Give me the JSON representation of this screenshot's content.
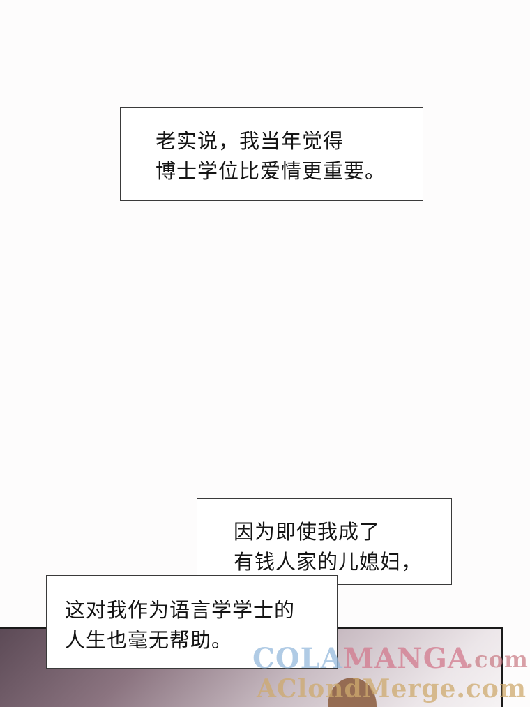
{
  "captions": [
    {
      "lines": [
        "老实说，我当年觉得",
        "博士学位比爱情更重要。"
      ]
    },
    {
      "lines": [
        "因为即使我成了",
        "有钱人家的儿媳妇，"
      ]
    },
    {
      "lines": [
        "这对我作为语言学学士的",
        "人生也毫无帮助。"
      ]
    }
  ],
  "watermark": {
    "line1_part1": "COLA",
    "line1_part2": "MANGA",
    "domain": ".com",
    "line2": "AClondMerge.com"
  }
}
